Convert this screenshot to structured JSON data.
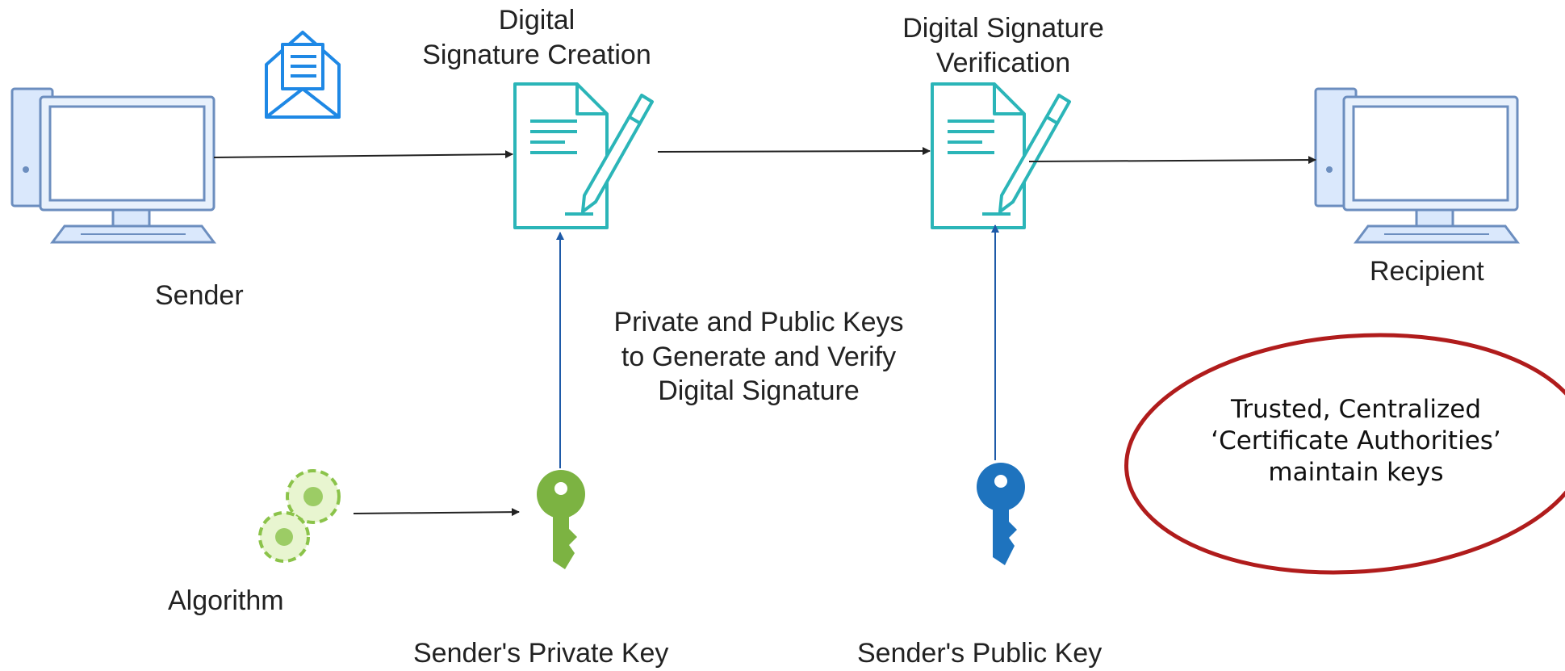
{
  "labels": {
    "creation_line1": "Digital",
    "creation_line2": "Signature Creation",
    "verification_line1": "Digital Signature",
    "verification_line2": "Verification",
    "sender": "Sender",
    "recipient": "Recipient",
    "keys_line1": "Private and Public Keys",
    "keys_line2": "to Generate and Verify",
    "keys_line3": "Digital Signature",
    "algorithm": "Algorithm",
    "private_key": "Sender's Private Key",
    "public_key": "Sender's Public Key"
  },
  "note": {
    "line1": "Trusted, Centralized",
    "line2": "‘Certificate Authorities’",
    "line3": "maintain keys"
  },
  "colors": {
    "computer": "#6c8ebf",
    "computer_fill": "#dae8fc",
    "document": "#2bb5b8",
    "envelope": "#1e88e5",
    "private_key": "#7cb342",
    "public_key": "#1e73be",
    "gear": "#8bc34a",
    "note_border": "#b01c1c",
    "arrow": "#222222",
    "key_arrow": "#1e5aa8"
  },
  "icons": [
    "computer-icon",
    "envelope-icon",
    "document-signature-icon",
    "key-icon",
    "gears-icon"
  ]
}
